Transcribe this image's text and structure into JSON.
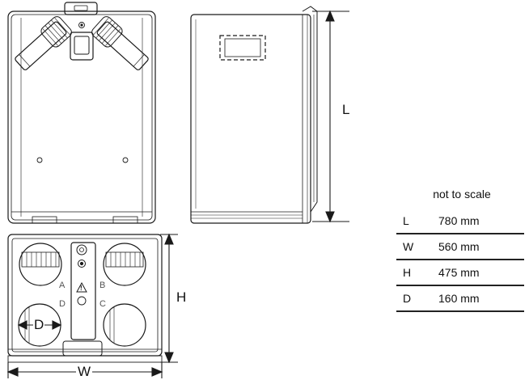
{
  "dimensions": {
    "L": "L",
    "W": "W",
    "H": "H",
    "D": "D"
  },
  "face_labels": [
    "A",
    "B",
    "C",
    "D"
  ],
  "warning_symbol": "!",
  "spec_table": {
    "caption": "not to scale",
    "rows": [
      {
        "symbol": "L",
        "value": "780 mm"
      },
      {
        "symbol": "W",
        "value": "560 mm"
      },
      {
        "symbol": "H",
        "value": "475 mm"
      },
      {
        "symbol": "D",
        "value": "160 mm"
      }
    ]
  },
  "colors": {
    "line": "#1a1a1a",
    "background": "#ffffff"
  }
}
